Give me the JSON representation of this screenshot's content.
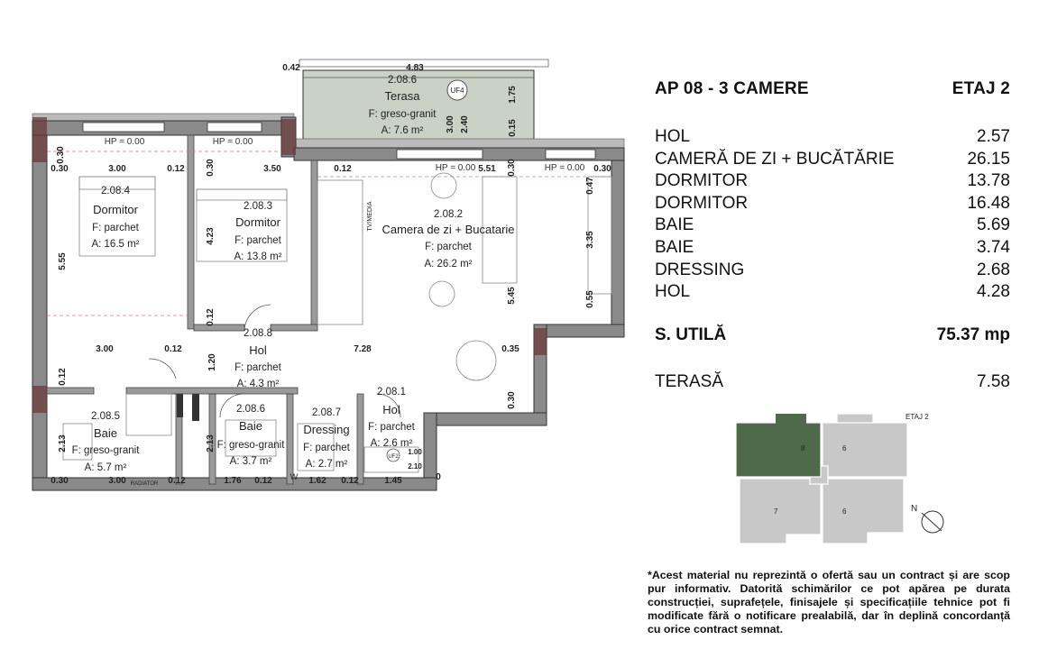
{
  "plan": {
    "rooms": {
      "terasa": {
        "code": "2.08.6",
        "name": "Terasa",
        "floor": "F: greso-granit",
        "area": "A: 7.6 m²",
        "tag": "UF4"
      },
      "dormitor1": {
        "code": "2.08.4",
        "name": "Dormitor",
        "floor": "F: parchet",
        "area": "A: 16.5 m²"
      },
      "dormitor2": {
        "code": "2.08.3",
        "name": "Dormitor",
        "floor": "F: parchet",
        "area": "A: 13.8 m²"
      },
      "camera": {
        "code": "2.08.2",
        "name": "Camera de zi + Bucatarie",
        "floor": "F: parchet",
        "area": "A: 26.2 m²"
      },
      "hol1": {
        "code": "2.08.8",
        "name": "Hol",
        "floor": "F: parchet",
        "area": "A: 4.3 m²"
      },
      "baie1": {
        "code": "2.08.5",
        "name": "Baie",
        "floor": "F: greso-granit",
        "area": "A: 5.7 m²"
      },
      "baie2": {
        "code": "2.08.6",
        "name": "Baie",
        "floor": "F: greso-granit",
        "area": "A: 3.7 m²"
      },
      "dressing": {
        "code": "2.08.7",
        "name": "Dressing",
        "floor": "F: parchet",
        "area": "A: 2.7 m²"
      },
      "hol2": {
        "code": "2.08.1",
        "name": "Hol",
        "floor": "F: parchet",
        "area": "A: 2.6 m²"
      }
    },
    "hp": "HP = 0.00",
    "tv": "TV/MEDIA",
    "radiator": "RADIATOR",
    "w_mark": "W",
    "uf_mark": "UF2",
    "dims": {
      "d042": "0.42",
      "d483": "4.83",
      "d175": "1.75",
      "d240": "2.40",
      "d300t": "3.00",
      "d015": "0.15",
      "d030": "0.30",
      "d300": "3.00",
      "d012": "0.12",
      "d350": "3.50",
      "d551": "5.51",
      "d047": "0.47",
      "d423": "4.23",
      "d555": "5.55",
      "d335": "3.35",
      "d545": "5.45",
      "d055": "0.55",
      "d728": "7.28",
      "d035": "0.35",
      "d120": "1.20",
      "d213": "2.13",
      "d176": "1.76",
      "d162": "1.62",
      "d145": "1.45",
      "d100": "1.00",
      "d210": "2.10",
      "d0": "0"
    }
  },
  "panel": {
    "apartment": "AP 08 - 3 CAMERE",
    "floor": "ETAJ 2",
    "rooms": [
      {
        "name": "HOL",
        "area": "2.57"
      },
      {
        "name": "CAMERĂ DE ZI + BUCĂTĂRIE",
        "area": "26.15"
      },
      {
        "name": "DORMITOR",
        "area": "13.78"
      },
      {
        "name": "DORMITOR",
        "area": "16.48"
      },
      {
        "name": "BAIE",
        "area": "5.69"
      },
      {
        "name": "BAIE",
        "area": "3.74"
      },
      {
        "name": "DRESSING",
        "area": "2.68"
      },
      {
        "name": "HOL",
        "area": "4.28"
      }
    ],
    "total_label": "S. UTILĂ",
    "total_value": "75.37 mp",
    "terrace_label": "TERASĂ",
    "terrace_value": "7.58"
  },
  "keyplan": {
    "label": "ETAJ 2",
    "unit": "8",
    "unit2": "6",
    "unit3": "7",
    "unit4": "6",
    "north": "N",
    "highlight_color": "#4f6a4a"
  },
  "disclaimer": "*Acest material nu reprezintă o ofertă sau un contract și are scop pur informativ. Datorită schimărilor ce pot apărea pe durata construcției, suprafețele, finisajele și specificațiile tehnice pot fi modificate fără o notificare prealabilă, dar în deplină concordanță cu orice contract semnat."
}
